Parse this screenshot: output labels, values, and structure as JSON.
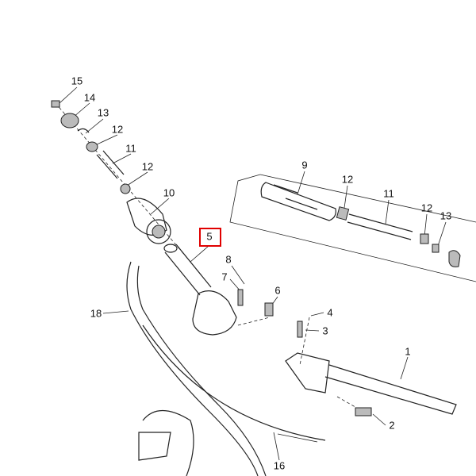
{
  "diagram": {
    "callouts": [
      {
        "id": "c15",
        "label": "15"
      },
      {
        "id": "c14",
        "label": "14"
      },
      {
        "id": "c13a",
        "label": "13"
      },
      {
        "id": "c12a",
        "label": "12"
      },
      {
        "id": "c11a",
        "label": "11"
      },
      {
        "id": "c12b",
        "label": "12"
      },
      {
        "id": "c10",
        "label": "10"
      },
      {
        "id": "c5",
        "label": "5",
        "highlighted": true
      },
      {
        "id": "c8",
        "label": "8"
      },
      {
        "id": "c7",
        "label": "7"
      },
      {
        "id": "c6",
        "label": "6"
      },
      {
        "id": "c18",
        "label": "18"
      },
      {
        "id": "c9",
        "label": "9"
      },
      {
        "id": "c12c",
        "label": "12"
      },
      {
        "id": "c11b",
        "label": "11"
      },
      {
        "id": "c12d",
        "label": "12"
      },
      {
        "id": "c13b",
        "label": "13"
      },
      {
        "id": "c4",
        "label": "4"
      },
      {
        "id": "c3",
        "label": "3"
      },
      {
        "id": "c1",
        "label": "1"
      },
      {
        "id": "c2",
        "label": "2"
      },
      {
        "id": "c16",
        "label": "16"
      }
    ],
    "highlight_color": "#e00000"
  }
}
